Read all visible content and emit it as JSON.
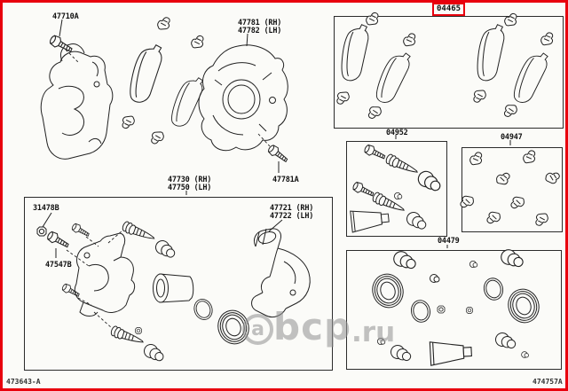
{
  "page": {
    "background": "#fbfbf8",
    "frame_color": "#e8000d",
    "line_color": "#222222",
    "watermark": {
      "circled_letter": "a",
      "name": "bcp",
      "tld": ".ru"
    },
    "footer_left": "473643-A",
    "footer_right": "474757A"
  },
  "labels": {
    "caliper_mount_bolt": "47710A",
    "dust_cover_rh": "47781 (RH)",
    "dust_cover_lh": "47782 (LH)",
    "dust_cover_bolt": "47781A",
    "caliper_assy_rh": "47730 (RH)",
    "caliper_assy_lh": "47750 (LH)",
    "pad_kit": "04465",
    "pin_kit": "04952",
    "fitting_kit": "04947",
    "cylinder_kit": "04479",
    "lock_nut": "31478B",
    "mount_bolt": "47547B",
    "mounting_rh": "47721 (RH)",
    "mounting_lh": "47722 (LH)"
  }
}
